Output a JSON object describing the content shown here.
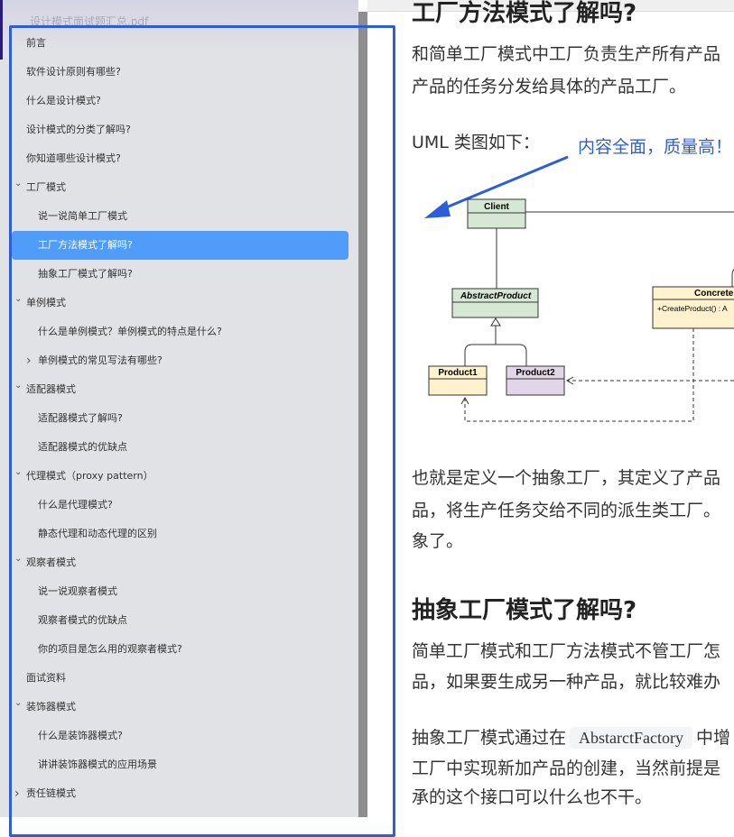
{
  "sidebar": {
    "doc_title": "设计模式面试题汇总.pdf",
    "items": [
      {
        "label": "前言",
        "level": 0,
        "chevron": ""
      },
      {
        "label": "软件设计原则有哪些?",
        "level": 0,
        "chevron": ""
      },
      {
        "label": "什么是设计模式?",
        "level": 0,
        "chevron": ""
      },
      {
        "label": "设计模式的分类了解吗?",
        "level": 0,
        "chevron": ""
      },
      {
        "label": "你知道哪些设计模式?",
        "level": 0,
        "chevron": ""
      },
      {
        "label": "工厂模式",
        "level": 0,
        "chevron": "expanded"
      },
      {
        "label": "说一说简单工厂模式",
        "level": 1,
        "chevron": ""
      },
      {
        "label": "工厂方法模式了解吗?",
        "level": 1,
        "chevron": "",
        "selected": true
      },
      {
        "label": "抽象工厂模式了解吗?",
        "level": 1,
        "chevron": ""
      },
      {
        "label": "单例模式",
        "level": 0,
        "chevron": "expanded"
      },
      {
        "label": "什么是单例模式？单例模式的特点是什么?",
        "level": 1,
        "chevron": ""
      },
      {
        "label": "单例模式的常见写法有哪些?",
        "level": 1,
        "chevron": "collapsed"
      },
      {
        "label": "适配器模式",
        "level": 0,
        "chevron": "expanded"
      },
      {
        "label": "适配器模式了解吗?",
        "level": 1,
        "chevron": ""
      },
      {
        "label": "适配器模式的优缺点",
        "level": 1,
        "chevron": ""
      },
      {
        "label": "代理模式（proxy pattern）",
        "level": 0,
        "chevron": "expanded"
      },
      {
        "label": "什么是代理模式?",
        "level": 1,
        "chevron": ""
      },
      {
        "label": "静态代理和动态代理的区别",
        "level": 1,
        "chevron": ""
      },
      {
        "label": "观察者模式",
        "level": 0,
        "chevron": "expanded"
      },
      {
        "label": "说一说观察者模式",
        "level": 1,
        "chevron": ""
      },
      {
        "label": "观察者模式的优缺点",
        "level": 1,
        "chevron": ""
      },
      {
        "label": "你的项目是怎么用的观察者模式?",
        "level": 1,
        "chevron": ""
      },
      {
        "label": "面试资料",
        "level": 0,
        "chevron": ""
      },
      {
        "label": "装饰器模式",
        "level": 0,
        "chevron": "expanded"
      },
      {
        "label": "什么是装饰器模式?",
        "level": 1,
        "chevron": ""
      },
      {
        "label": "讲讲装饰器模式的应用场景",
        "level": 1,
        "chevron": ""
      },
      {
        "label": "责任链模式",
        "level": 0,
        "chevron": "collapsed"
      }
    ]
  },
  "content": {
    "heading1": "工厂方法模式了解吗?",
    "para1_line1": "和简单工厂模式中工厂负责生产所有产品",
    "para1_line2": "产品的任务分发给具体的产品工厂。",
    "uml_intro": "UML 类图如下：",
    "callout": "内容全面，质量高！",
    "callout_color": "#2b5fd9",
    "diagram": {
      "client": "Client",
      "abstract_product": "AbstractProduct",
      "product1": "Product1",
      "product2": "Product2",
      "concrete": "ConcreteI",
      "concrete_method": "+CreateProduct() : A"
    },
    "para2_line1": "也就是定义一个抽象工厂，其定义了产品",
    "para2_line2": "品，将生产任务交给不同的派生类工厂。",
    "para2_line3": "象了。",
    "heading2": "抽象工厂模式了解吗?",
    "para3_line1": "简单工厂模式和工厂方法模式不管工厂怎",
    "para3_line2": "品，如果要生成另一种产品，就比较难办",
    "para4_pre": "抽象工厂模式通过在",
    "para4_code": "AbstarctFactory",
    "para4_post": "中增",
    "para4_line2": "工厂中实现新加产品的创建，当然前提是",
    "para4_line3": "承的这个接口可以什么也不干。"
  },
  "colors": {
    "selected": "#4f9cf9",
    "annotation": "#2b5fd9"
  }
}
